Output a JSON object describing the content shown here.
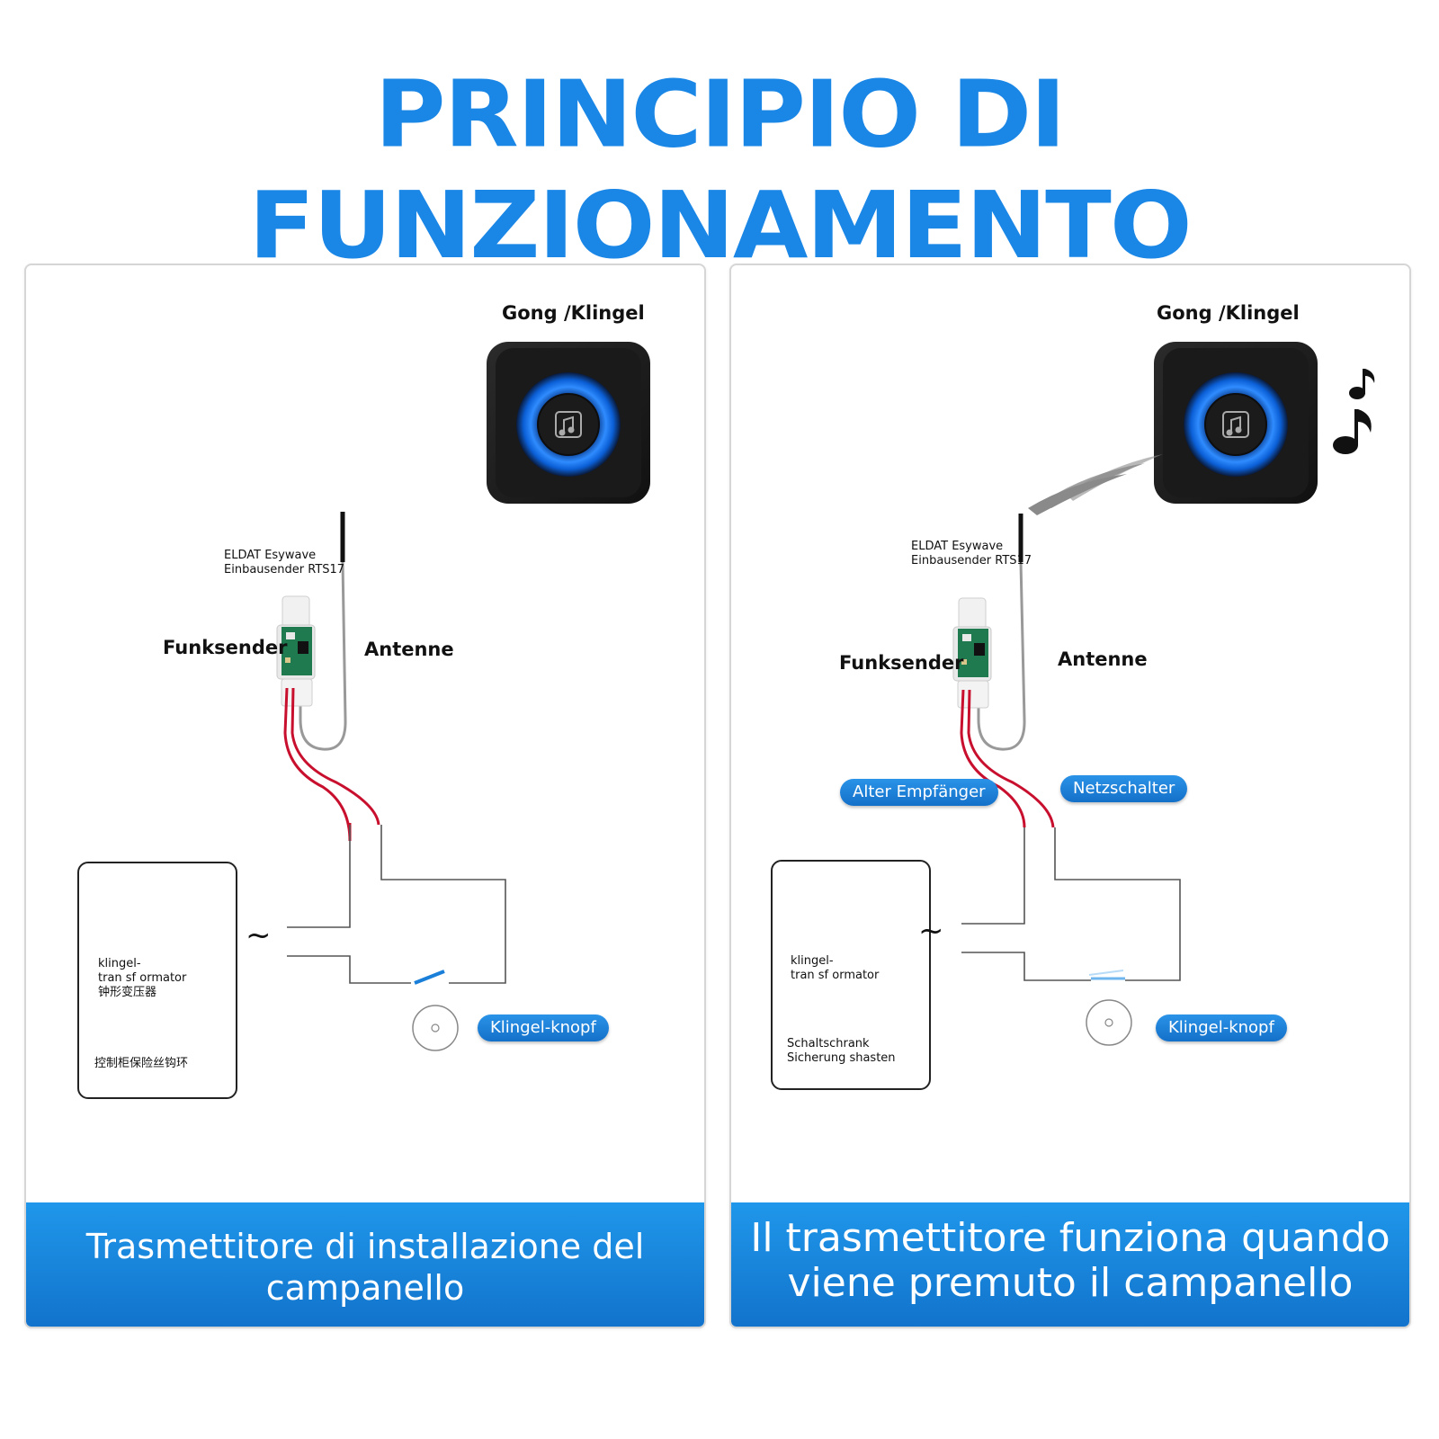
{
  "title": "PRINCIPIO DI FUNZIONAMENTO",
  "colors": {
    "accent": "#1a86e6",
    "pill": "#1a7fd9",
    "wire_red": "#c8102e"
  },
  "left_panel": {
    "gong_label": "Gong /Klingel",
    "transmitter_label_line1": "ELDAT Esywave",
    "transmitter_label_line2": "Einbausender RTS17",
    "funksender": "Funksender",
    "antenne": "Antenne",
    "trafo_line1": "klingel-",
    "trafo_line2": "tran sf ormator",
    "trafo_line3": "钟形变压器",
    "cabinet_label": "控制柜保险丝钩环",
    "button_label": "Klingel-knopf",
    "tilde": "~",
    "caption": "Trasmettitore di installazione del campanello"
  },
  "right_panel": {
    "gong_label": "Gong /Klingel",
    "transmitter_label_line1": "ELDAT Esywave",
    "transmitter_label_line2": "Einbausender RTS17",
    "funksender": "Funksender",
    "antenne": "Antenne",
    "old_receiver": "Alter Empfänger",
    "power_switch": "Netzschalter",
    "trafo_line1": "klingel-",
    "trafo_line2": "tran sf ormator",
    "cabinet_line1": "Schaltschrank",
    "cabinet_line2": "Sicherung shasten",
    "button_label": "Klingel-knopf",
    "tilde": "~",
    "caption": "Il trasmettitore funziona quando viene premuto il campanello"
  }
}
